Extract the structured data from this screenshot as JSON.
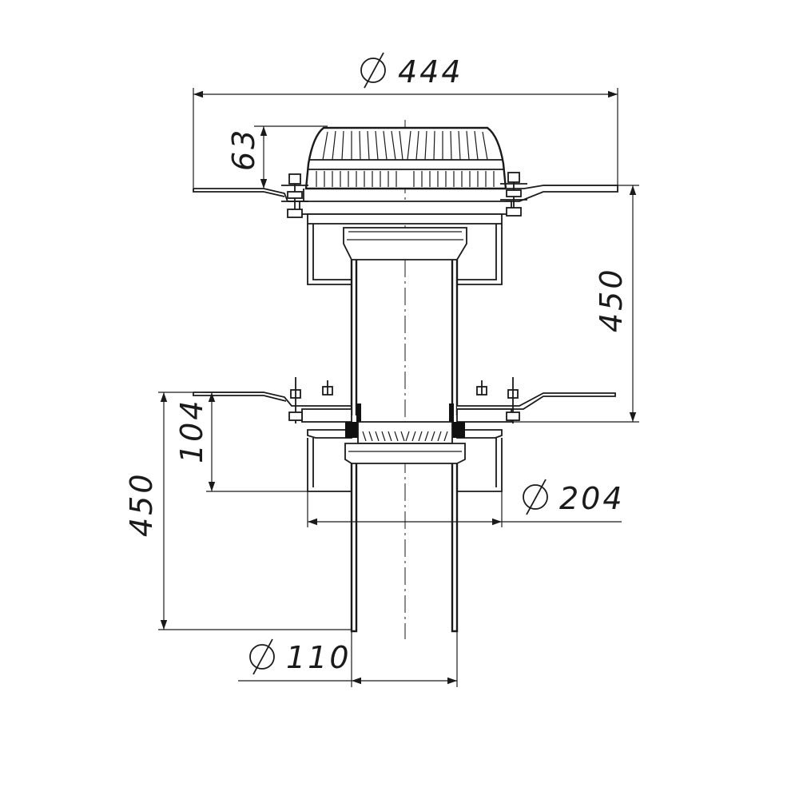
{
  "dimensions": {
    "outer_flange_diameter": "444",
    "grate_height": "63",
    "upper_body_height": "450",
    "sleeve_height": "104",
    "lower_body_height": "450",
    "sleeve_diameter": "204",
    "pipe_diameter": "110"
  },
  "colors": {
    "line": "#1a1a1a",
    "seal": "#111111",
    "background": "#ffffff"
  }
}
